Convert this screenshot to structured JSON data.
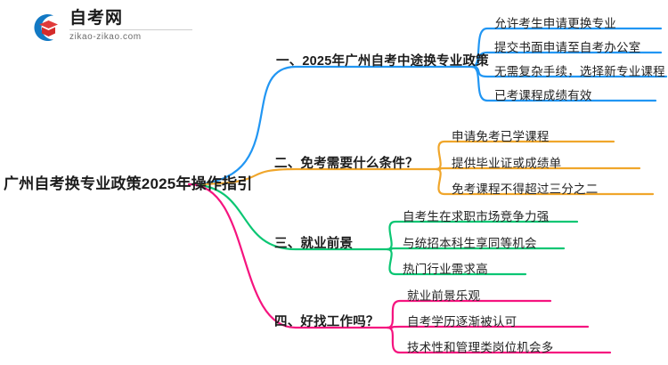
{
  "logo": {
    "name_cn": "自考网",
    "url": "zikao-zikao.com",
    "mark_icon": "graduation-cap-icon",
    "arc_color": "#1279c4",
    "cap_color": "#e03a3a"
  },
  "mindmap": {
    "root": {
      "label": "广州自考换专业政策2025年操作指引"
    },
    "branches": [
      {
        "index": 1,
        "label": "一、2025年广州自考中途换专业政策",
        "color": "#2196F3",
        "leaves": [
          "允许考生申请更换专业",
          "提交书面申请至自考办公室",
          "无需复杂手续，选择新专业课程",
          "已考课程成绩有效"
        ]
      },
      {
        "index": 2,
        "label": "二、免考需要什么条件？",
        "color": "#F0A62B",
        "leaves": [
          "申请免考已学课程",
          "提供毕业证或成绩单",
          "免考课程不得超过三分之二"
        ]
      },
      {
        "index": 3,
        "label": "三、就业前景",
        "color": "#0BC673",
        "leaves": [
          "自考生在求职市场竞争力强",
          "与统招本科生享同等机会",
          "热门行业需求高"
        ]
      },
      {
        "index": 4,
        "label": "四、好找工作吗？",
        "color": "#F5147F",
        "leaves": [
          "就业前景乐观",
          "自考学历逐渐被认可",
          "技术性和管理类岗位机会多"
        ]
      }
    ]
  }
}
